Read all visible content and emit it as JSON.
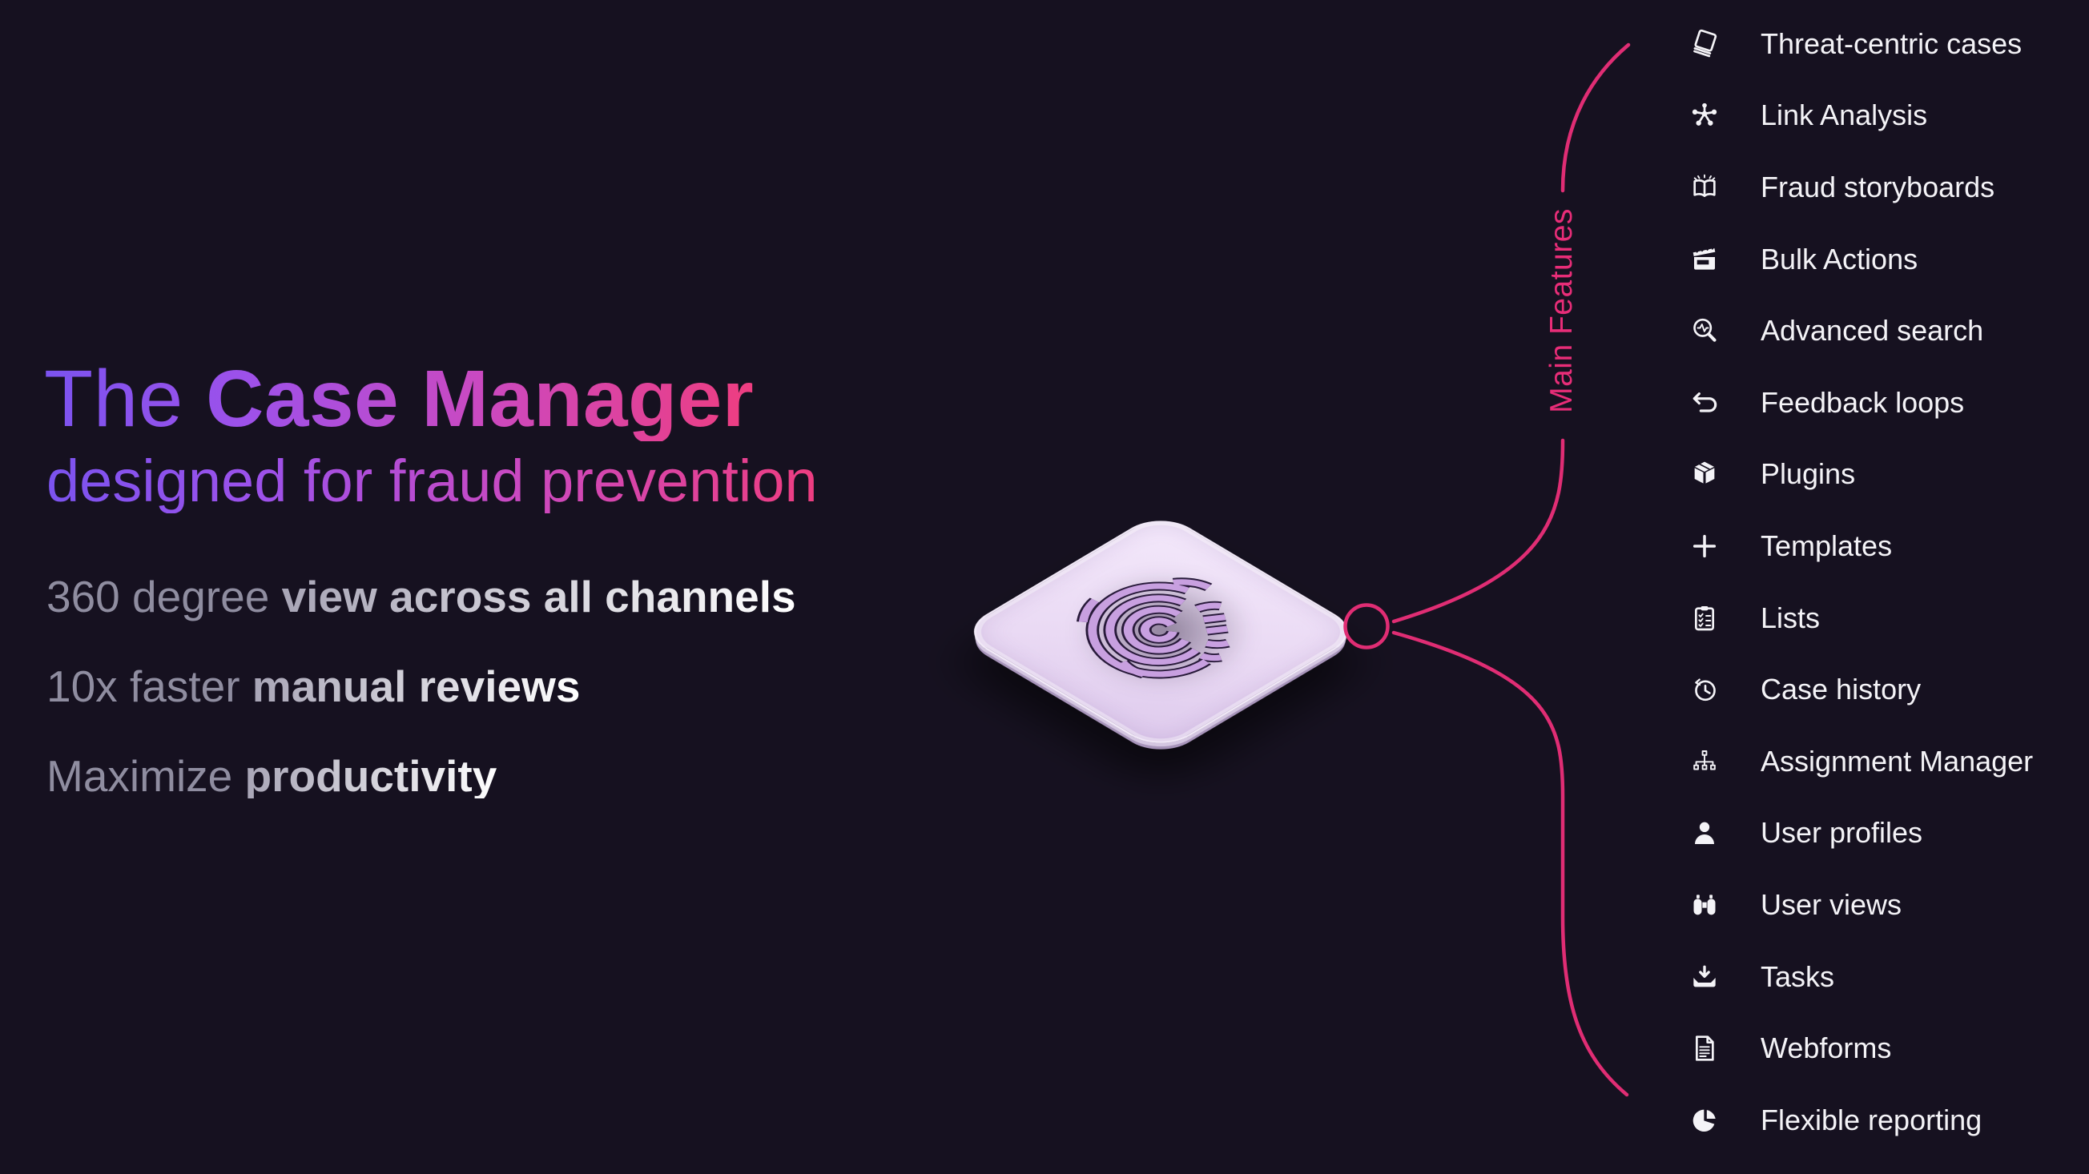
{
  "appearance": {
    "background": "#161120",
    "accent_pink": "#e02d74",
    "headline_gradient": [
      "#7b53ef",
      "#cb49c0",
      "#ee3d80"
    ],
    "tile_color": "#eadaf4",
    "fingerprint_ridge": "#c8a0e0",
    "list_text": "#f4f3f7"
  },
  "hero": {
    "title_light": "The ",
    "title_bold": "Case Manager",
    "subtitle": "designed for fraud prevention",
    "points": [
      {
        "light": "360 degree ",
        "bold": "view across all channels"
      },
      {
        "light": "10x faster ",
        "bold": "manual reviews"
      },
      {
        "light": "Maximize ",
        "bold": "productivity"
      }
    ]
  },
  "diagram": {
    "center_node": "fingerprint-tile",
    "label": "Main Features"
  },
  "features": {
    "items": [
      {
        "icon": "tilted-cases-icon",
        "label": "Threat-centric cases"
      },
      {
        "icon": "link-analysis-icon",
        "label": "Link Analysis"
      },
      {
        "icon": "storyboard-book-icon",
        "label": "Fraud storyboards"
      },
      {
        "icon": "clapperboard-icon",
        "label": "Bulk Actions"
      },
      {
        "icon": "search-pulse-icon",
        "label": "Advanced search"
      },
      {
        "icon": "undo-arrow-icon",
        "label": "Feedback loops"
      },
      {
        "icon": "package-box-icon",
        "label": "Plugins"
      },
      {
        "icon": "plus-icon",
        "label": "Templates"
      },
      {
        "icon": "clipboard-checklist-icon",
        "label": "Lists"
      },
      {
        "icon": "history-clock-icon",
        "label": "Case history"
      },
      {
        "icon": "org-chart-icon",
        "label": "Assignment Manager"
      },
      {
        "icon": "person-icon",
        "label": "User profiles"
      },
      {
        "icon": "binoculars-icon",
        "label": "User views"
      },
      {
        "icon": "inbox-tray-icon",
        "label": "Tasks"
      },
      {
        "icon": "document-icon",
        "label": "Webforms"
      },
      {
        "icon": "pie-chart-icon",
        "label": "Flexible reporting"
      }
    ]
  }
}
